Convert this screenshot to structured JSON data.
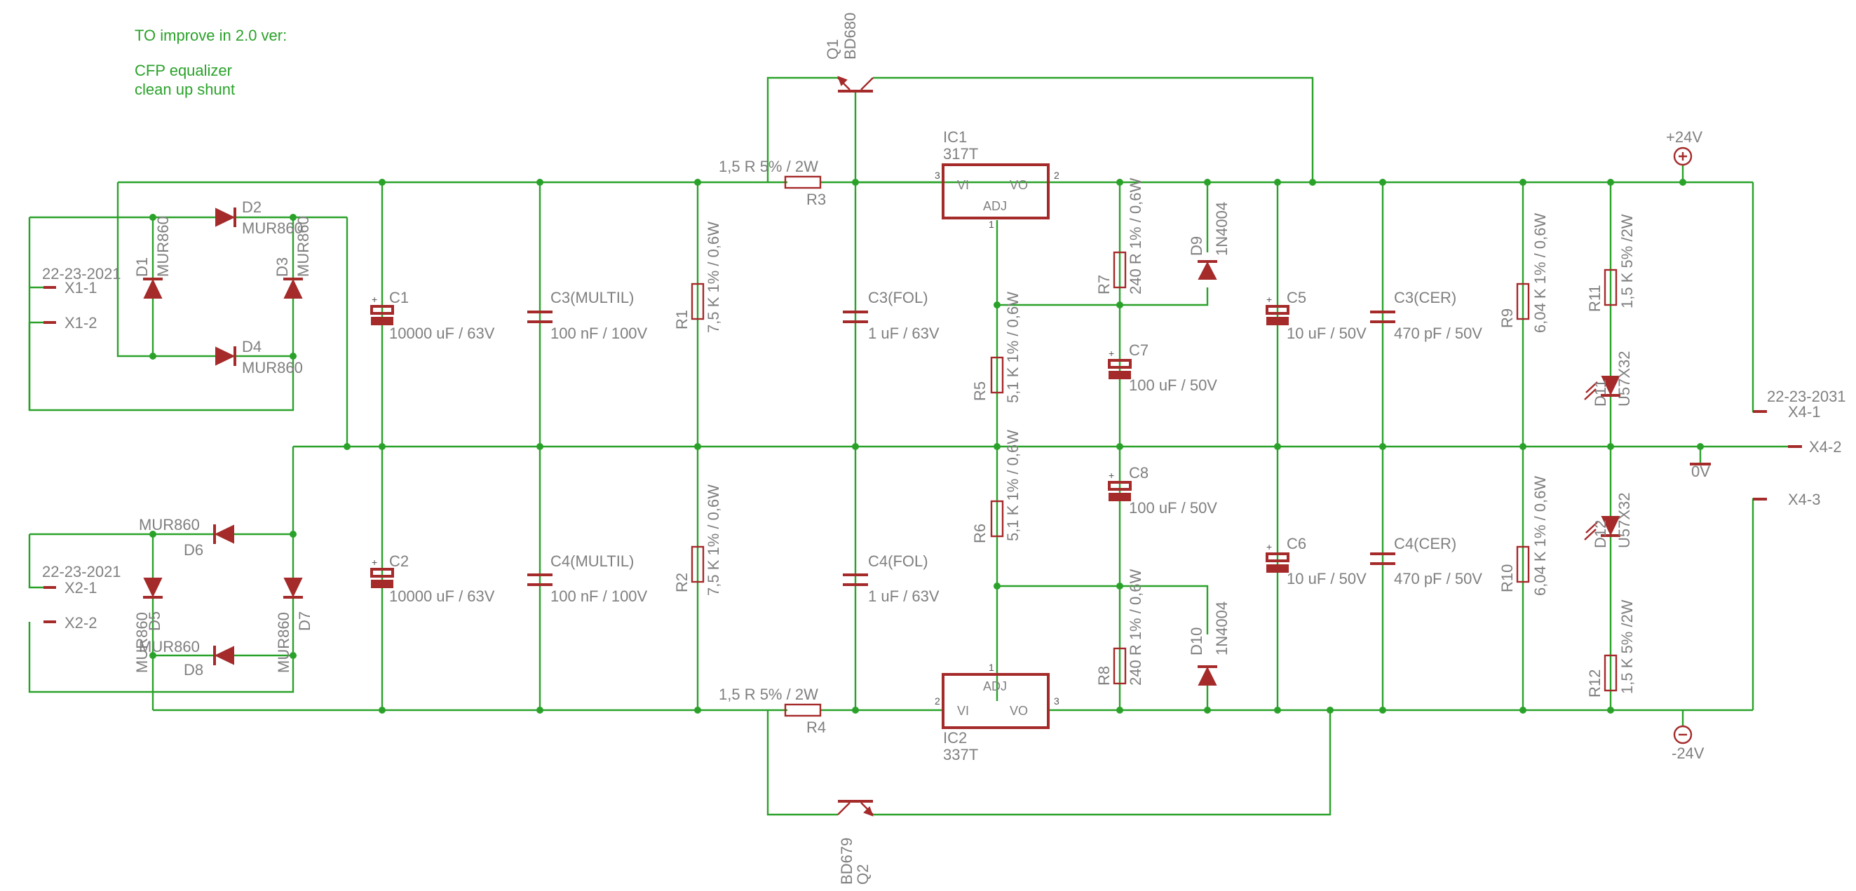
{
  "notes": [
    "TO improve in 2.0 ver:",
    "CFP equalizer",
    "clean up shunt"
  ],
  "connectors": {
    "x1_part": "22-23-2021",
    "x1_1": "X1-1",
    "x1_2": "X1-2",
    "x2_part": "22-23-2021",
    "x2_1": "X2-1",
    "x2_2": "X2-2",
    "x4_part": "22-23-2031",
    "x4_1": "X4-1",
    "x4_2": "X4-2",
    "x4_3": "X4-3"
  },
  "rails": {
    "pos": "+24V",
    "gnd": "0V",
    "neg": "-24V"
  },
  "diodes": {
    "D1": {
      "name": "D1",
      "value": "MUR860"
    },
    "D2": {
      "name": "D2",
      "value": "MUR860"
    },
    "D3": {
      "name": "D3",
      "value": "MUR860"
    },
    "D4": {
      "name": "D4",
      "value": "MUR860"
    },
    "D5": {
      "name": "D5",
      "value": "MUR860"
    },
    "D6": {
      "name": "D6",
      "value": "MUR860"
    },
    "D7": {
      "name": "D7",
      "value": "MUR860"
    },
    "D8": {
      "name": "D8",
      "value": "MUR860"
    },
    "D9": {
      "name": "D9",
      "value": "1N4004"
    },
    "D10": {
      "name": "D10",
      "value": "1N4004"
    },
    "D11": {
      "name": "D11",
      "value": "U57X32"
    },
    "D12": {
      "name": "D12",
      "value": "U57X32"
    }
  },
  "capacitors": {
    "C1": {
      "name": "C1",
      "value": "10000 uF / 63V"
    },
    "C2": {
      "name": "C2",
      "value": "10000 uF / 63V"
    },
    "C3M": {
      "name": "C3(MULTIL)",
      "value": "100 nF / 100V"
    },
    "C4M": {
      "name": "C4(MULTIL)",
      "value": "100 nF / 100V"
    },
    "C3F": {
      "name": "C3(FOL)",
      "value": "1 uF / 63V"
    },
    "C4F": {
      "name": "C4(FOL)",
      "value": "1 uF / 63V"
    },
    "C5": {
      "name": "C5",
      "value": "10 uF / 50V"
    },
    "C6": {
      "name": "C6",
      "value": "10 uF / 50V"
    },
    "C7": {
      "name": "C7",
      "value": "100 uF / 50V"
    },
    "C8": {
      "name": "C8",
      "value": "100 uF / 50V"
    },
    "C3C": {
      "name": "C3(CER)",
      "value": "470 pF / 50V"
    },
    "C4C": {
      "name": "C4(CER)",
      "value": "470 pF / 50V"
    }
  },
  "resistors": {
    "R1": {
      "name": "R1",
      "value": "7,5 K 1% / 0,6W"
    },
    "R2": {
      "name": "R2",
      "value": "7,5 K 1% / 0,6W"
    },
    "R3": {
      "name": "R3",
      "value": "1,5 R 5% / 2W"
    },
    "R4": {
      "name": "R4",
      "value": "1,5 R 5% / 2W"
    },
    "R5": {
      "name": "R5",
      "value": "5,1 K 1% / 0,6W"
    },
    "R6": {
      "name": "R6",
      "value": "5,1 K 1% / 0,6W"
    },
    "R7": {
      "name": "R7",
      "value": "240 R 1% / 0,6W"
    },
    "R8": {
      "name": "R8",
      "value": "240 R 1% / 0,6W"
    },
    "R9": {
      "name": "R9",
      "value": "6,04 K 1% / 0,6W"
    },
    "R10": {
      "name": "R10",
      "value": "6,04 K 1% / 0,6W"
    },
    "R11": {
      "name": "R11",
      "value": "1,5 K 5% /2W"
    },
    "R12": {
      "name": "R12",
      "value": "1,5 K 5% /2W"
    }
  },
  "transistors": {
    "Q1": {
      "name": "Q1",
      "value": "BD680"
    },
    "Q2": {
      "name": "Q2",
      "value": "BD679"
    }
  },
  "ics": {
    "IC1": {
      "name": "IC1",
      "value": "317T",
      "pin_vi": "VI",
      "pin_vo": "VO",
      "pin_adj": "ADJ",
      "n_vi": "3",
      "n_vo": "2",
      "n_adj": "1"
    },
    "IC2": {
      "name": "IC2",
      "value": "337T",
      "pin_vi": "VI",
      "pin_vo": "VO",
      "pin_adj": "ADJ",
      "n_vi": "2",
      "n_vo": "3",
      "n_adj": "1"
    }
  },
  "colors": {
    "wire": "#2aa22a",
    "symbol": "#a52a2a",
    "label": "#7f7f7f",
    "note": "#2aa22a"
  }
}
